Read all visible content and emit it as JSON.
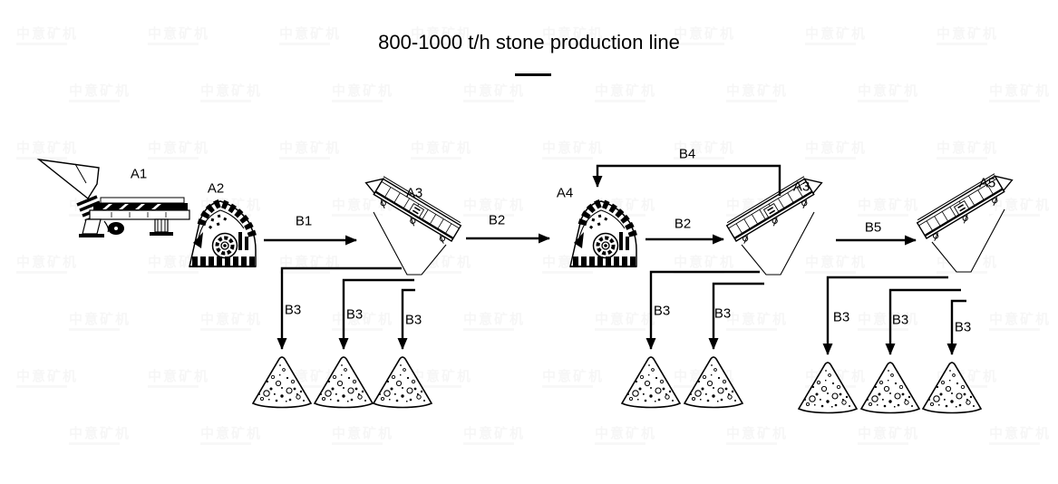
{
  "title": {
    "text": "800-1000 t/h stone production line"
  },
  "watermark": {
    "text": "中意矿机"
  },
  "colors": {
    "ink": "#000000",
    "background": "#ffffff",
    "watermark": "rgba(0,0,0,0.035)"
  },
  "machines": [
    {
      "label": "A1",
      "type": "vibrating-feeder"
    },
    {
      "label": "A2",
      "type": "crusher"
    },
    {
      "label": "A3",
      "type": "vibrating-screen"
    },
    {
      "label": "A4",
      "type": "crusher"
    },
    {
      "label": "A3",
      "type": "vibrating-screen"
    },
    {
      "label": "A5",
      "type": "vibrating-screen"
    }
  ],
  "flows": [
    {
      "label": "B1",
      "from": "A2",
      "to": "A3"
    },
    {
      "label": "B2",
      "from": "A3",
      "to": "A4"
    },
    {
      "label": "B2",
      "from": "A4",
      "to": "A3"
    },
    {
      "label": "B4",
      "from": "A3",
      "to": "A4",
      "style": "return-line"
    },
    {
      "label": "B5",
      "from": "A3",
      "to": "A5"
    },
    {
      "label": "B3",
      "to": "stockpile-1"
    },
    {
      "label": "B3",
      "to": "stockpile-2"
    },
    {
      "label": "B3",
      "to": "stockpile-3"
    },
    {
      "label": "B3",
      "to": "stockpile-4"
    },
    {
      "label": "B3",
      "to": "stockpile-5"
    },
    {
      "label": "B3",
      "to": "stockpile-6"
    },
    {
      "label": "B3",
      "to": "stockpile-7"
    },
    {
      "label": "B3",
      "to": "stockpile-8"
    }
  ],
  "stockpiles": {
    "count": 8,
    "groups": [
      3,
      2,
      3
    ]
  }
}
